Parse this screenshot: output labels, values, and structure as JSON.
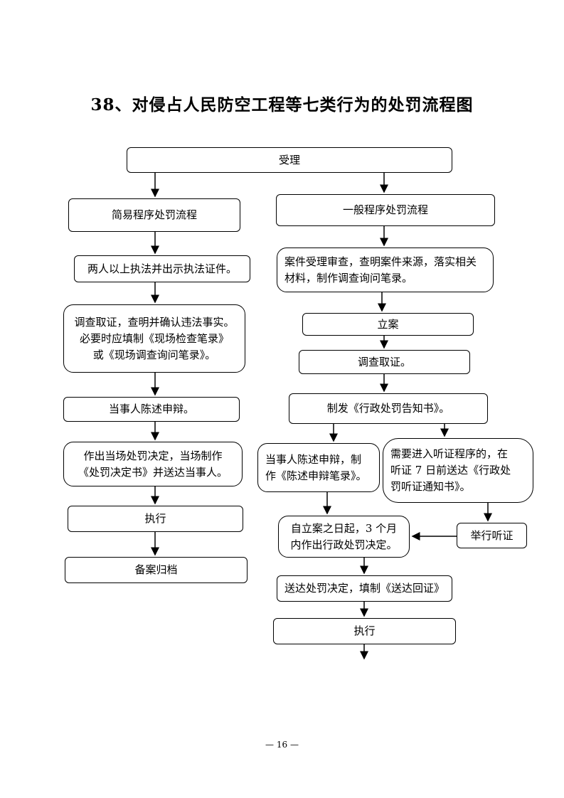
{
  "title": "38、对侵占人民防空工程等七类行为的处罚流程图",
  "nodes": {
    "accept": "受理",
    "simple_header": "简易程序处罚流程",
    "simple_1": "两人以上执法并出示执法证件。",
    "simple_2": "调查取证，查明并确认违法事实。\n必要时应填制《现场检查笔录》\n或《现场调查询问笔录》。",
    "simple_3": "当事人陈述申辩。",
    "simple_4": "作出当场处罚决定，当场制作\n《处罚决定书》并送达当事人。",
    "simple_5": "执行",
    "simple_6": "备案归档",
    "general_header": "一般程序处罚流程",
    "general_1": "案件受理审查，查明案件来源，落实相关\n材料，制作调查询问笔录。",
    "general_2": "立案",
    "general_3": "调查取证。",
    "general_4": "制发《行政处罚告知书》。",
    "general_5a": "当事人陈述申辩，制\n作《陈述申辩笔录》。",
    "general_5b": "需要进入听证程序的，在\n听证 7 日前送达《行政处\n罚听证通知书》。",
    "general_6": "举行听证",
    "general_7": "自立案之日起，3 个月\n内作出行政处罚决定。",
    "general_8": "送达处罚决定，填制《送达回证》",
    "general_9": "执行"
  },
  "page_number": "— 16 —"
}
